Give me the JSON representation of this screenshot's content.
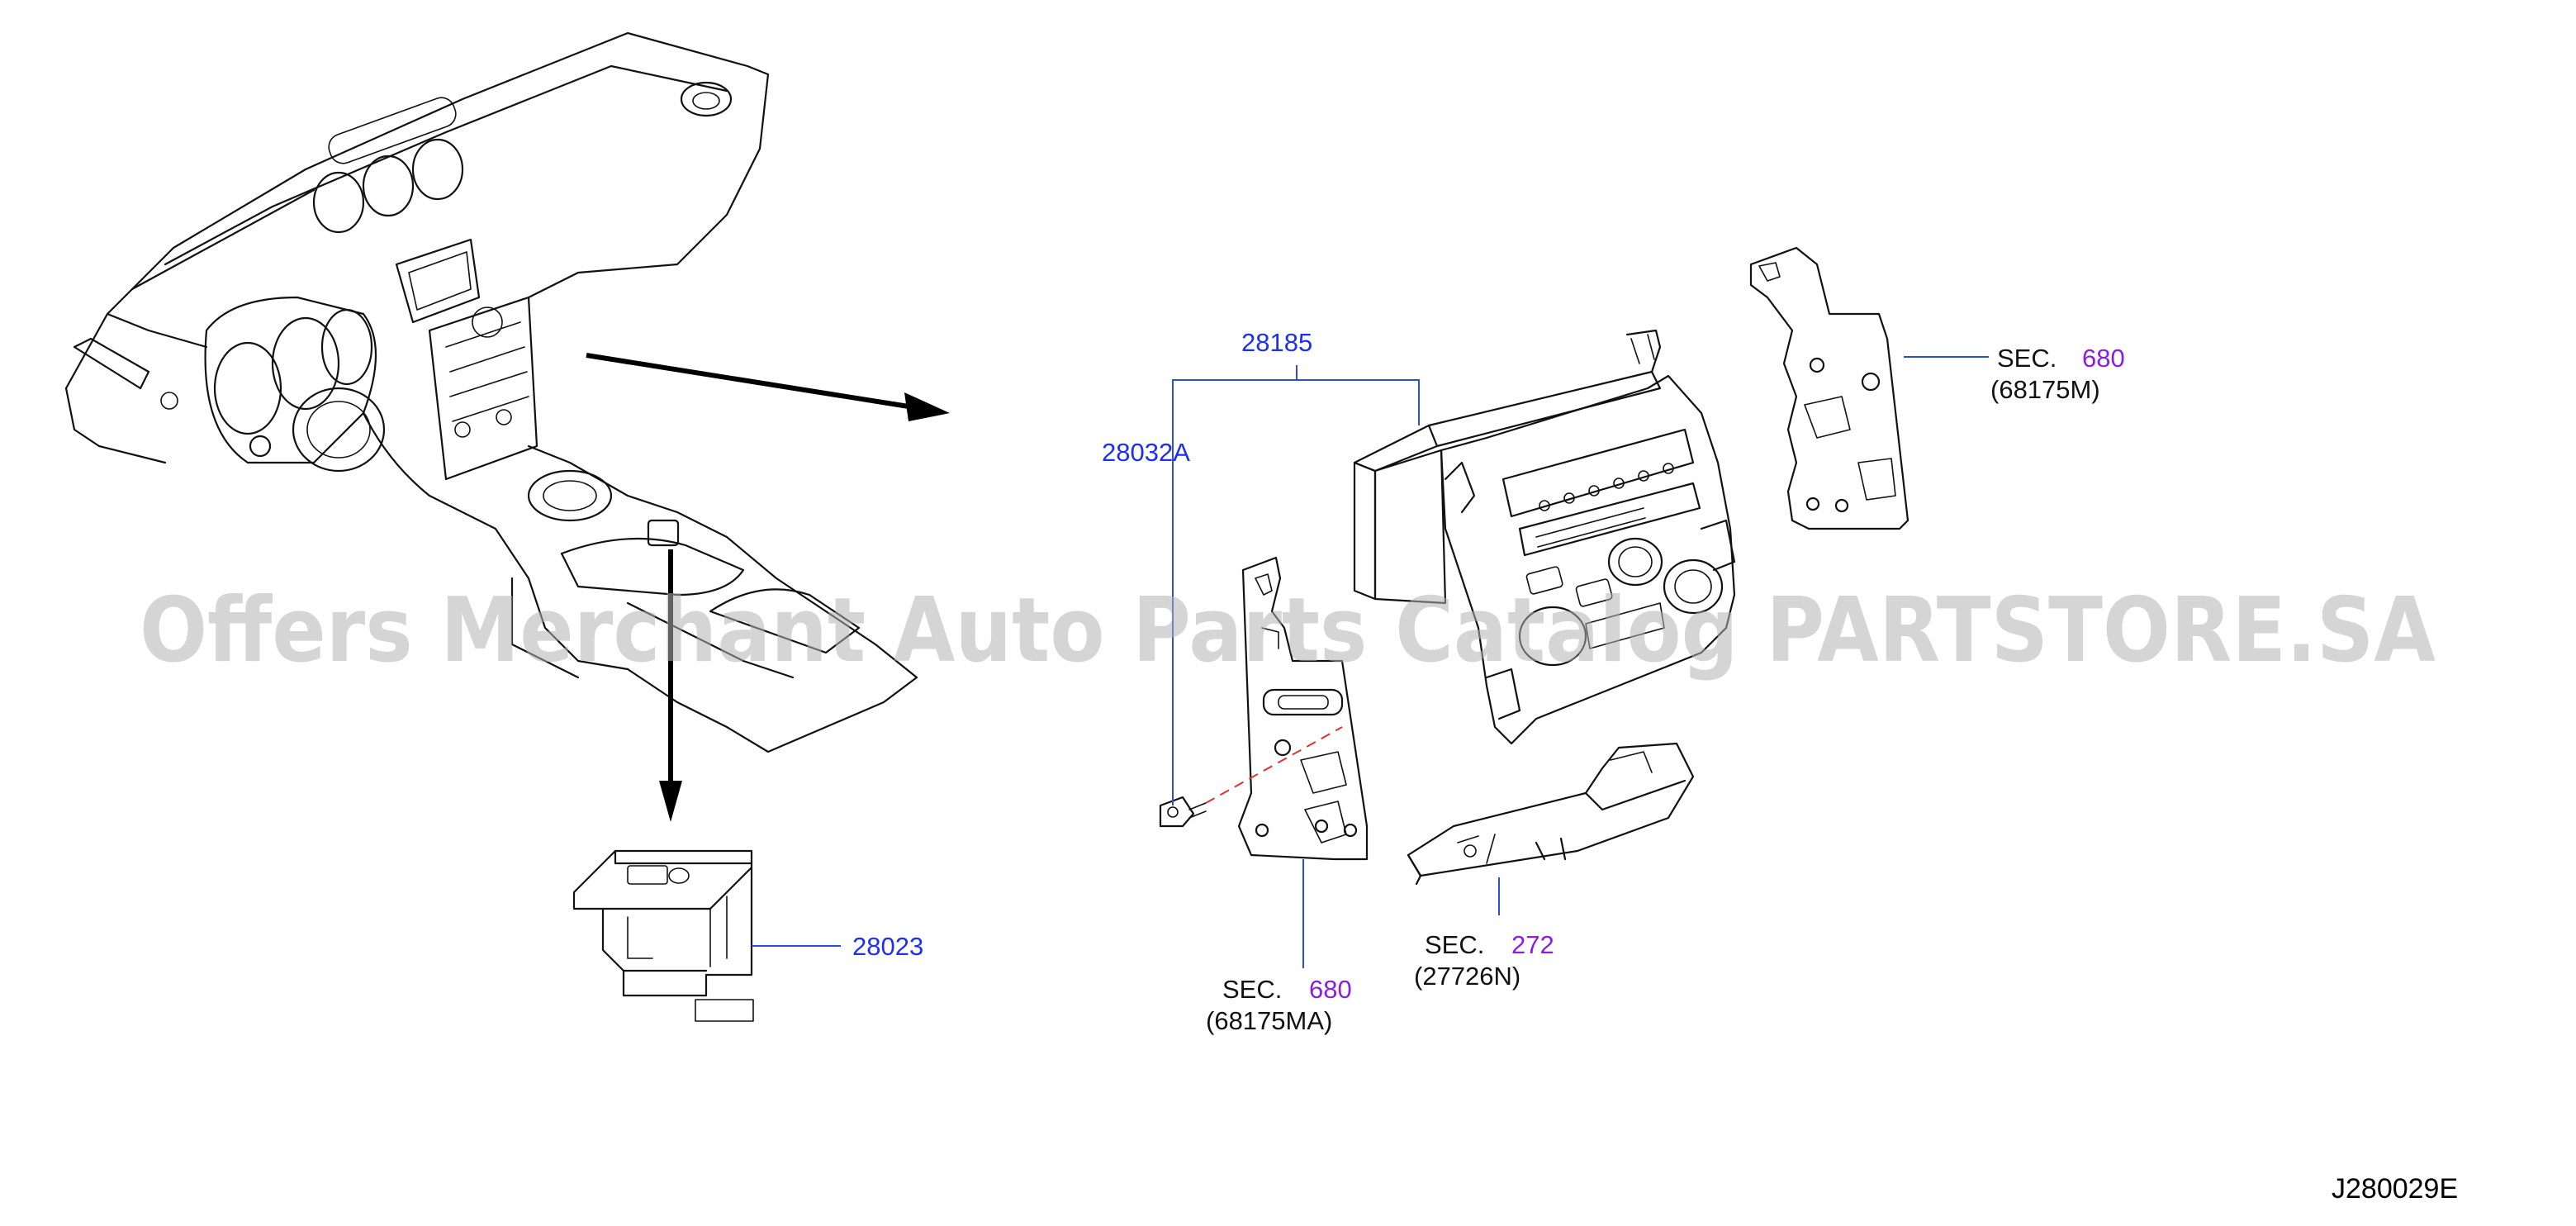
{
  "labels": {
    "p28185": "28185",
    "p28032A": "28032A",
    "p28023": "28023",
    "sec_word": "SEC.",
    "sec680_right": "680",
    "sec680_right_part": "(68175M)",
    "sec680_bottom": "680",
    "sec680_bottom_part": "(68175MA)",
    "sec272": "272",
    "sec272_part": "(27726N)",
    "diagram_code": "J280029E"
  },
  "watermark": "Offers Merchant Auto Parts Catalog PARTSTORE.SA",
  "colors": {
    "part_number": "#1d2ff0",
    "section_number": "#8a1fe0",
    "leader": "#2a4fd6",
    "watermark": "#b3b3b3"
  }
}
